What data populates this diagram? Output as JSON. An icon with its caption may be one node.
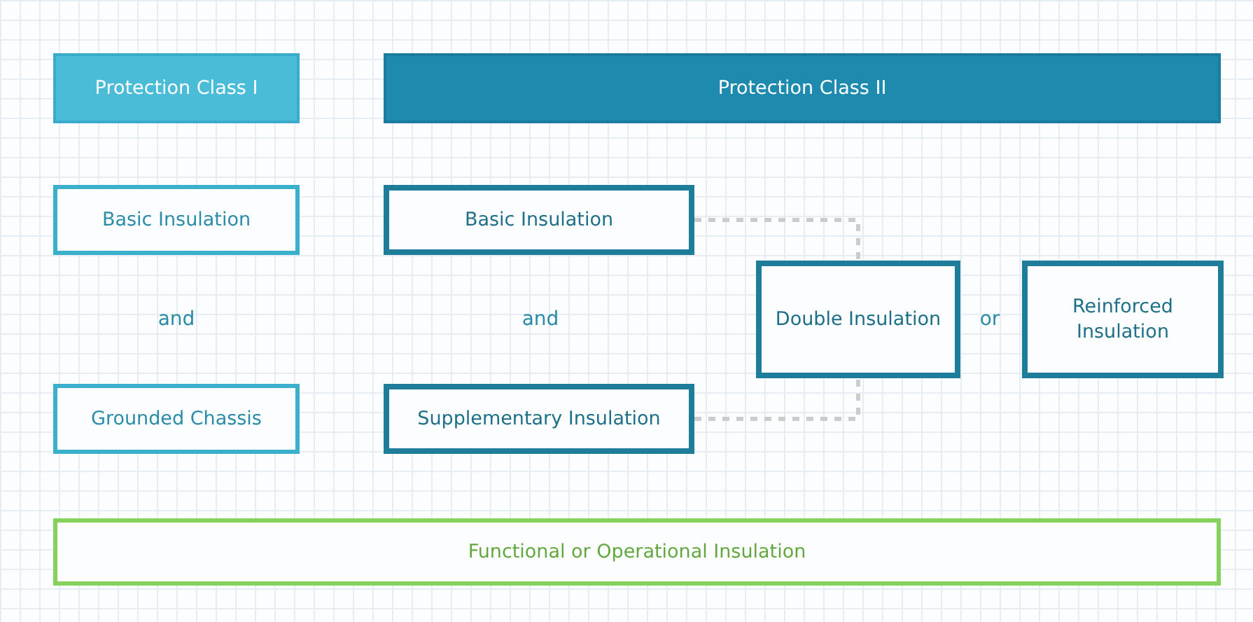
{
  "diagram": {
    "nodes": [
      {
        "text": [
          "Protection Class I"
        ]
      },
      {
        "text": [
          "Protection Class II"
        ]
      },
      {
        "text": [
          "Basic Insulation"
        ]
      },
      {
        "text": [
          "Grounded Chassis"
        ]
      },
      {
        "text": [
          "Basic Insulation"
        ]
      },
      {
        "text": [
          "Supplementary Insulation"
        ]
      },
      {
        "text": [
          "Double Insulation"
        ]
      },
      {
        "text": [
          "Reinforced Insulation"
        ]
      },
      {
        "text": [
          "Functional or Operational Insulation"
        ]
      }
    ],
    "edges": [
      {
        "from": 4,
        "to": 6,
        "arrow": "none",
        "style": "dashed"
      },
      {
        "from": 5,
        "to": 6,
        "arrow": "none",
        "style": "dashed"
      }
    ],
    "labels": [
      "and",
      "and",
      "or"
    ]
  }
}
